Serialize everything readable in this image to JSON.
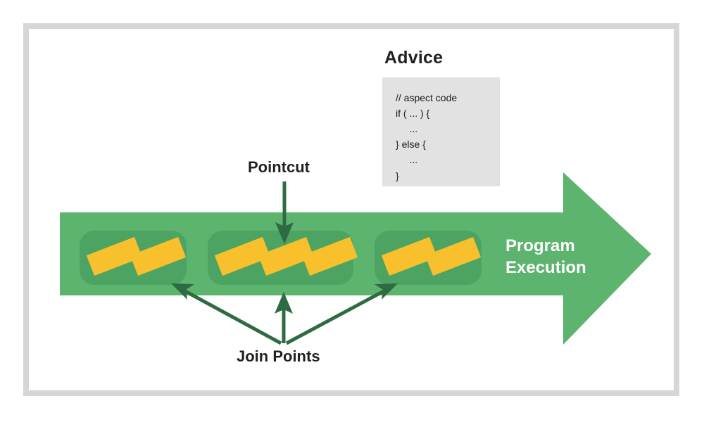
{
  "diagram": {
    "title_visible": false,
    "frame": {
      "border_color": "#d6d6d6",
      "background": "#ffffff"
    },
    "palette": {
      "arrow_green": "#5cb46e",
      "group_green": "#4da462",
      "bar_yellow": "#f8c02c",
      "pointer_dark_green": "#2e6b42",
      "code_background": "#e2e2e2",
      "text_dark": "#231f20",
      "text_light": "#ffffff"
    }
  },
  "advice": {
    "title": "Advice",
    "code_lines": [
      "// aspect code",
      "if ( ... ) {",
      "    ...",
      "} else {",
      "    ...",
      "}"
    ],
    "code_text": "// aspect code\nif ( ... ) {\n     ...\n} else {\n     ...\n}"
  },
  "pointcut": {
    "label": "Pointcut",
    "arrow_direction": "down",
    "points_to_group_index": 1
  },
  "join_points": {
    "label": "Join Points",
    "arrow_count": 3,
    "arrow_directions": [
      "up-left",
      "up",
      "up-right"
    ],
    "points_to_group_indices": [
      0,
      1,
      2
    ]
  },
  "program_execution": {
    "label_line_1": "Program",
    "label_line_2": "Execution",
    "label": "Program\nExecution",
    "arrow_direction": "right"
  },
  "execution_groups": [
    {
      "name": "group-1",
      "bar_count": 2
    },
    {
      "name": "group-2",
      "bar_count": 3
    },
    {
      "name": "group-3",
      "bar_count": 2
    }
  ]
}
